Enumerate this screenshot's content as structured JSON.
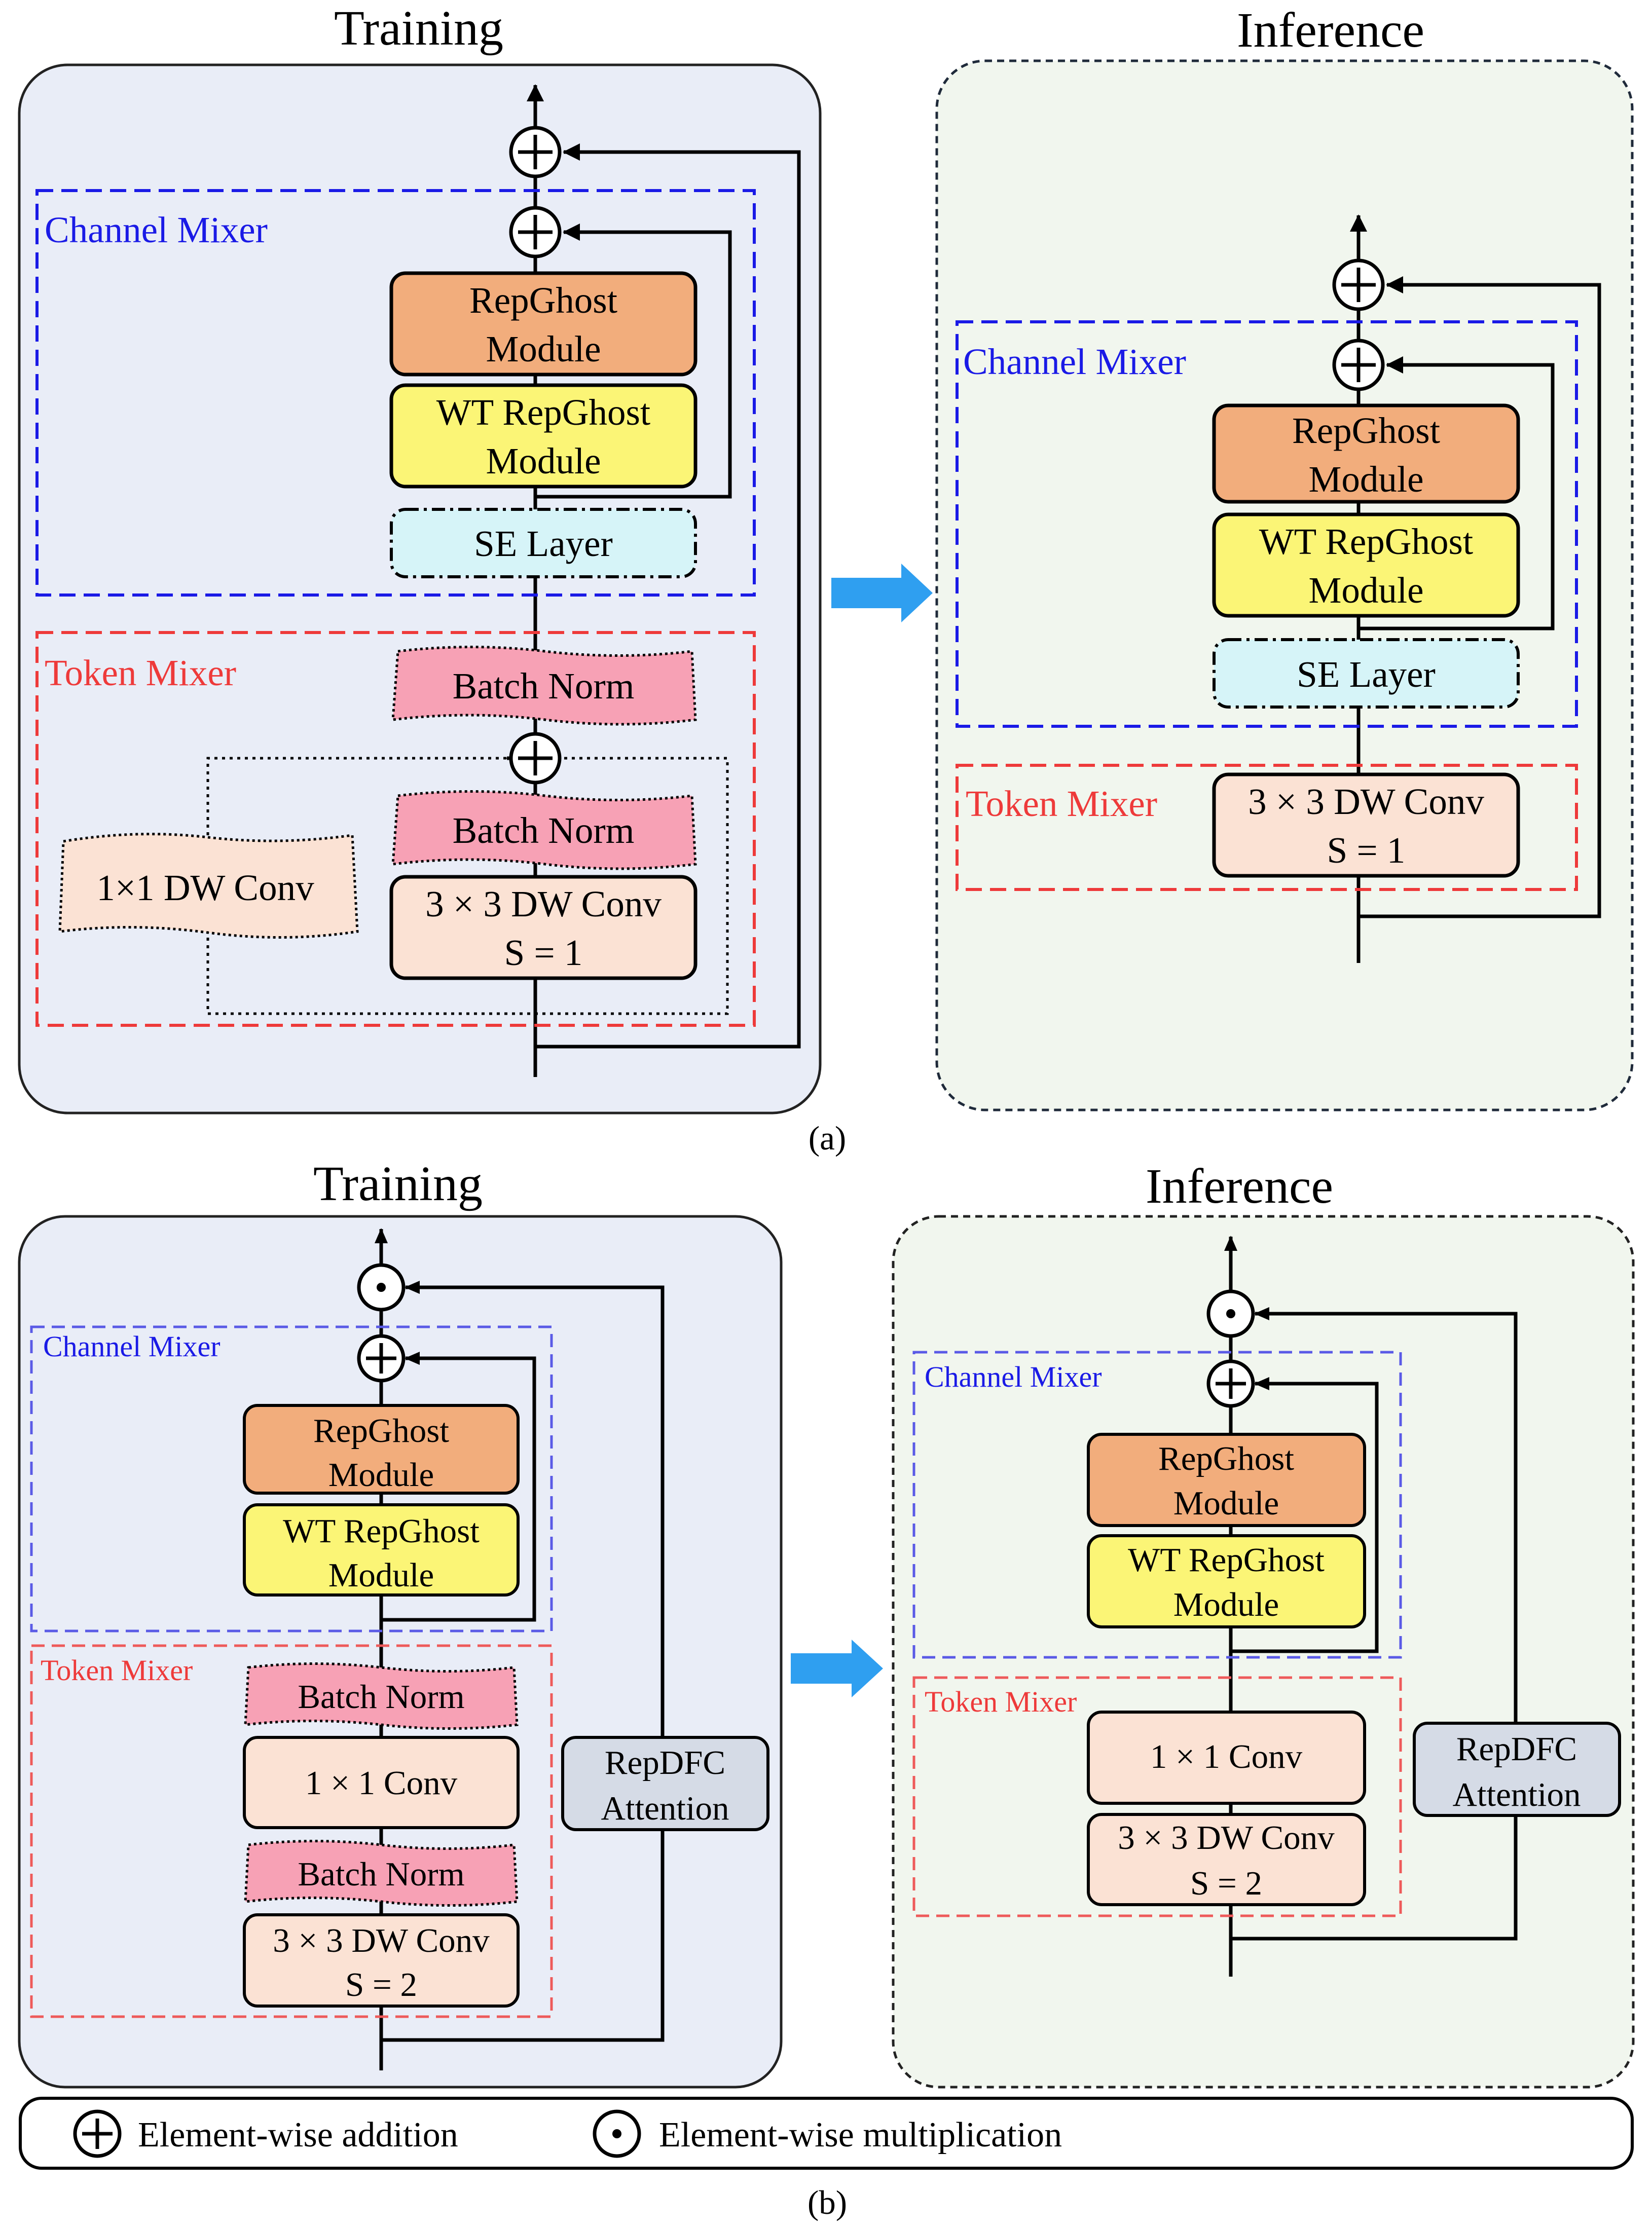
{
  "figure_a": {
    "label": "(a)",
    "training": {
      "title": "Training",
      "channel_mixer_label": "Channel Mixer",
      "token_mixer_label": "Token Mixer",
      "repghost": [
        "RepGhost",
        "Module"
      ],
      "wt_repghost": [
        "WT RepGhost",
        "Module"
      ],
      "se_layer": "SE Layer",
      "batch_norm_top": "Batch Norm",
      "batch_norm_mid": "Batch Norm",
      "dw_conv_1x1": "1×1 DW Conv",
      "dw_conv_3x3": [
        "3 × 3 DW Conv",
        "S = 1"
      ]
    },
    "inference": {
      "title": "Inference",
      "channel_mixer_label": "Channel Mixer",
      "token_mixer_label": "Token Mixer",
      "repghost": [
        "RepGhost",
        "Module"
      ],
      "wt_repghost": [
        "WT RepGhost",
        "Module"
      ],
      "se_layer": "SE Layer",
      "dw_conv_3x3": [
        "3 × 3 DW Conv",
        "S = 1"
      ]
    }
  },
  "figure_b": {
    "label": "(b)",
    "training": {
      "title": "Training",
      "channel_mixer_label": "Channel Mixer",
      "token_mixer_label": "Token Mixer",
      "repghost": [
        "RepGhost",
        "Module"
      ],
      "wt_repghost": [
        "WT RepGhost",
        "Module"
      ],
      "batch_norm_top": "Batch Norm",
      "conv_1x1": "1 × 1 Conv",
      "batch_norm_bottom": "Batch Norm",
      "dw_conv_3x3": [
        "3 × 3 DW Conv",
        "S = 2"
      ],
      "repdfc": [
        "RepDFC",
        "Attention"
      ]
    },
    "inference": {
      "title": "Inference",
      "channel_mixer_label": "Channel Mixer",
      "token_mixer_label": "Token Mixer",
      "repghost": [
        "RepGhost",
        "Module"
      ],
      "wt_repghost": [
        "WT RepGhost",
        "Module"
      ],
      "conv_1x1": "1 × 1 Conv",
      "dw_conv_3x3": [
        "3 × 3 DW Conv",
        "S = 2"
      ],
      "repdfc": [
        "RepDFC",
        "Attention"
      ]
    }
  },
  "legend": {
    "addition": "Element-wise addition",
    "multiplication": "Element-wise multiplication"
  },
  "colors": {
    "training_panel": "#e9edf7",
    "inference_panel": "#f1f6ee",
    "repghost": "#f2ad7c",
    "wt_repghost": "#fbf576",
    "se_layer": "#d6f4f8",
    "batch_norm": "#f7a1b5",
    "conv": "#fbe2d4",
    "repdfc": "#d5dbe6",
    "channel_mixer": "#1a1ae6",
    "token_mixer": "#ee3a3a",
    "arrow": "#2f9ff0"
  }
}
